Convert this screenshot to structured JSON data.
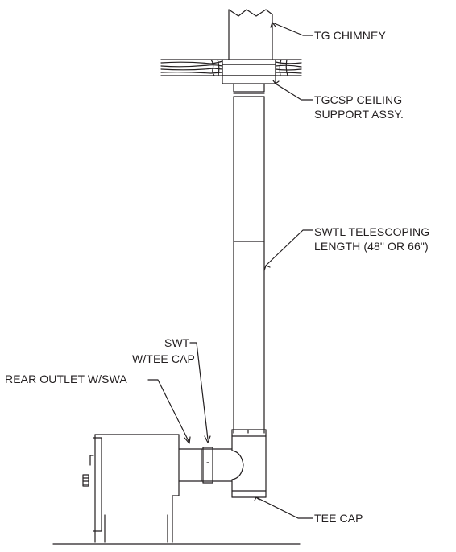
{
  "labels": {
    "chimney": "TG CHIMNEY",
    "ceiling_support_1": "TGCSP CEILING",
    "ceiling_support_2": "SUPPORT ASSY.",
    "telescoping_1": "SWTL TELESCOPING",
    "telescoping_2": "LENGTH (48\" OR 66\")",
    "swt_1": "SWT",
    "swt_2": "W/TEE CAP",
    "rear_outlet": "REAR OUTLET W/SWA",
    "tee_cap": "TEE CAP"
  },
  "colors": {
    "line": "#231f20",
    "background": "#ffffff"
  }
}
